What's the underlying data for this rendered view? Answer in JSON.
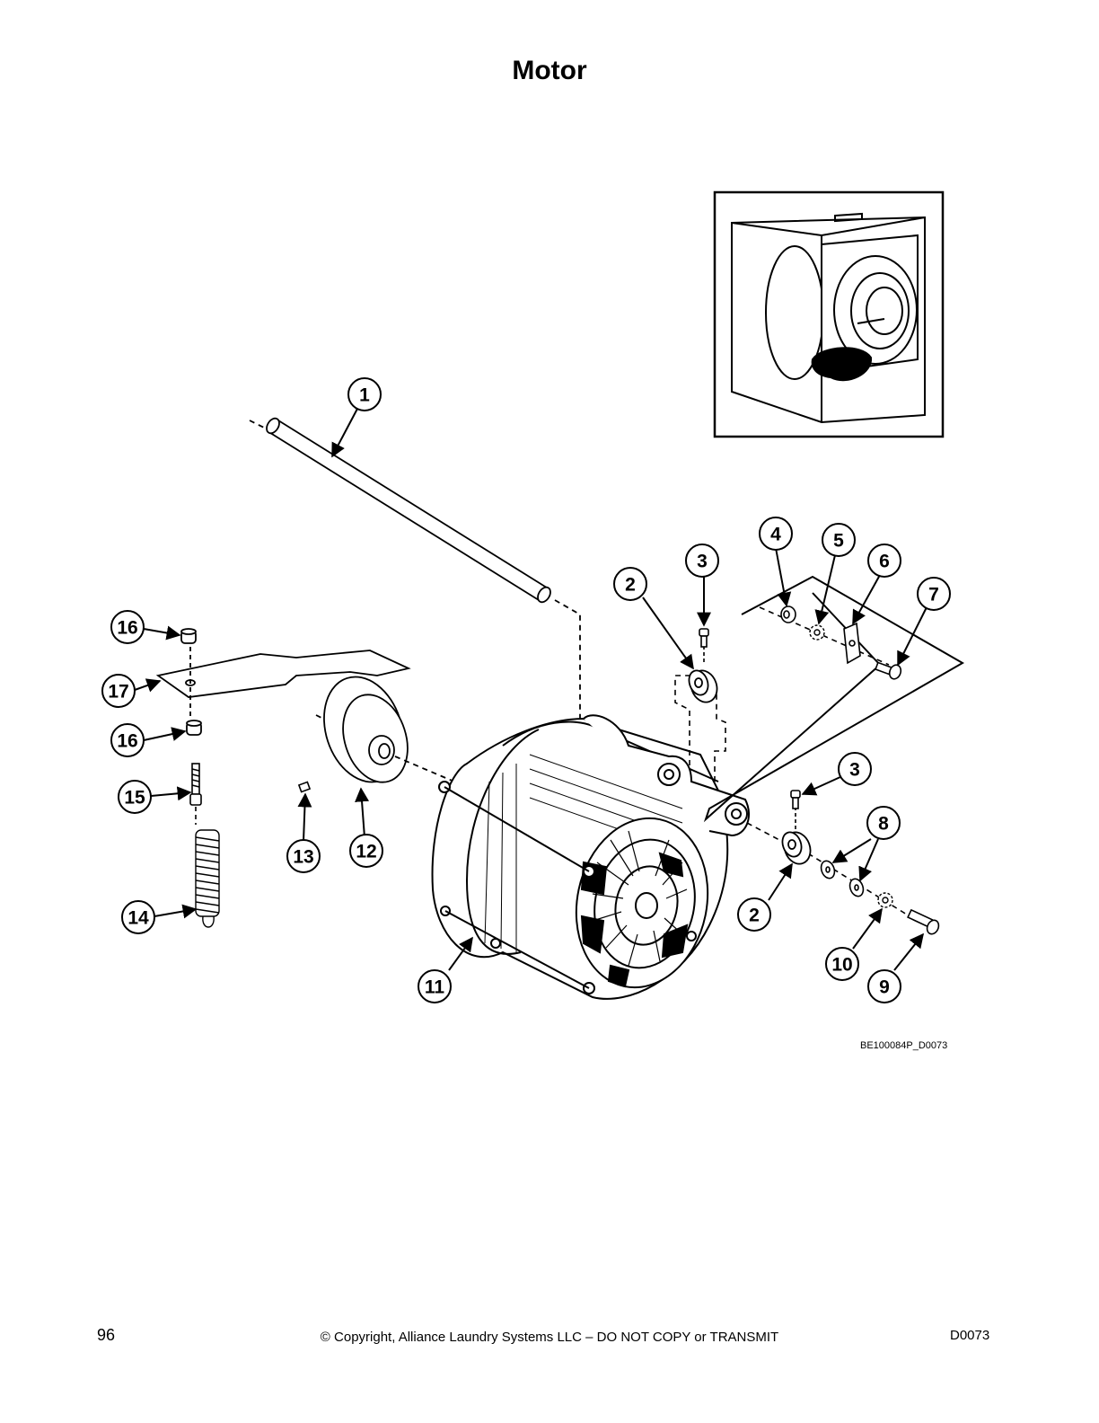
{
  "page": {
    "title": "Motor",
    "figure_id": "BE100084P_D0073",
    "page_number": "96",
    "copyright": "© Copyright, Alliance Laundry Systems LLC – DO NOT COPY or TRANSMIT",
    "doc_id": "D0073"
  },
  "callouts": [
    {
      "id": "c1",
      "label": "1"
    },
    {
      "id": "c2a",
      "label": "2"
    },
    {
      "id": "c3a",
      "label": "3"
    },
    {
      "id": "c4",
      "label": "4"
    },
    {
      "id": "c5",
      "label": "5"
    },
    {
      "id": "c6",
      "label": "6"
    },
    {
      "id": "c7",
      "label": "7"
    },
    {
      "id": "c16a",
      "label": "16"
    },
    {
      "id": "c17",
      "label": "17"
    },
    {
      "id": "c16b",
      "label": "16"
    },
    {
      "id": "c15",
      "label": "15"
    },
    {
      "id": "c14",
      "label": "14"
    },
    {
      "id": "c13",
      "label": "13"
    },
    {
      "id": "c12",
      "label": "12"
    },
    {
      "id": "c3b",
      "label": "3"
    },
    {
      "id": "c8",
      "label": "8"
    },
    {
      "id": "c2b",
      "label": "2"
    },
    {
      "id": "c10",
      "label": "10"
    },
    {
      "id": "c9",
      "label": "9"
    },
    {
      "id": "c11",
      "label": "11"
    }
  ]
}
